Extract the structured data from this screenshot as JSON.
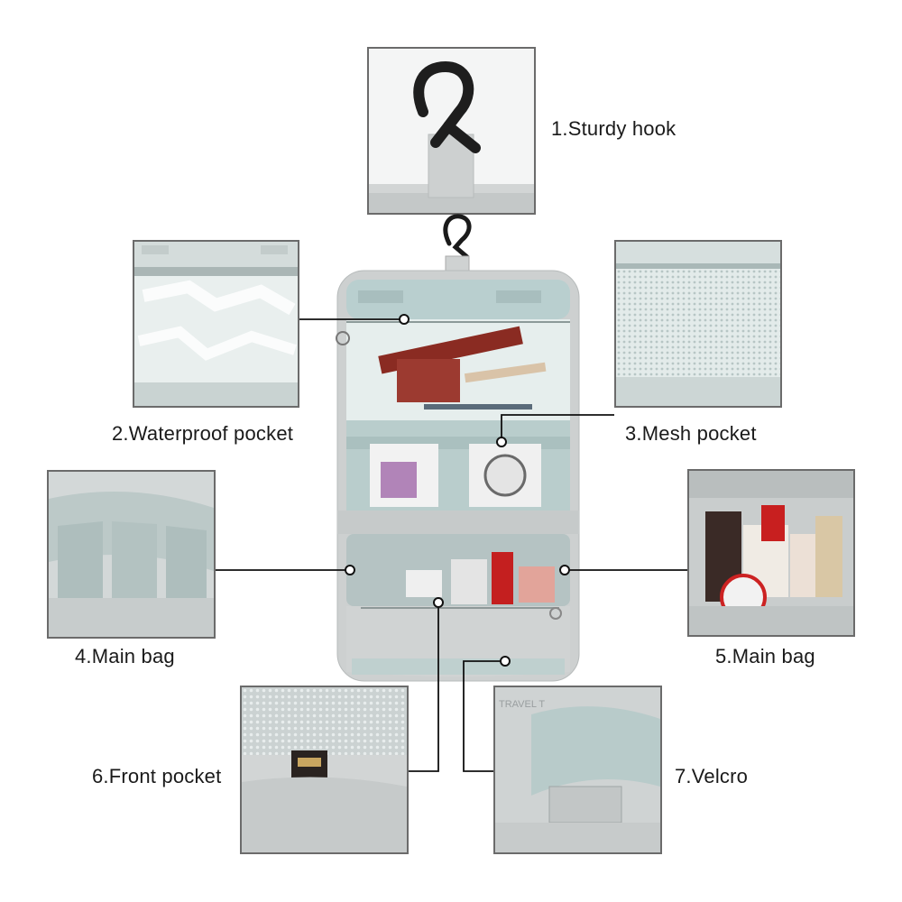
{
  "features": [
    {
      "id": "hook",
      "label": "1.Sturdy hook"
    },
    {
      "id": "waterproof",
      "label": "2.Waterproof pocket"
    },
    {
      "id": "mesh",
      "label": "3.Mesh pocket"
    },
    {
      "id": "main-bag-left",
      "label": "4.Main bag"
    },
    {
      "id": "main-bag-right",
      "label": "5.Main bag"
    },
    {
      "id": "front-pocket",
      "label": "6.Front pocket"
    },
    {
      "id": "velcro",
      "label": "7.Velcro"
    }
  ],
  "product": {
    "print_text": "TRAVEL T"
  },
  "colors": {
    "fabric": "#cfd2d2",
    "lining": "#b9cfcf",
    "hook": "#222222",
    "frame": "#6b6b6b",
    "connector": "#111111"
  }
}
